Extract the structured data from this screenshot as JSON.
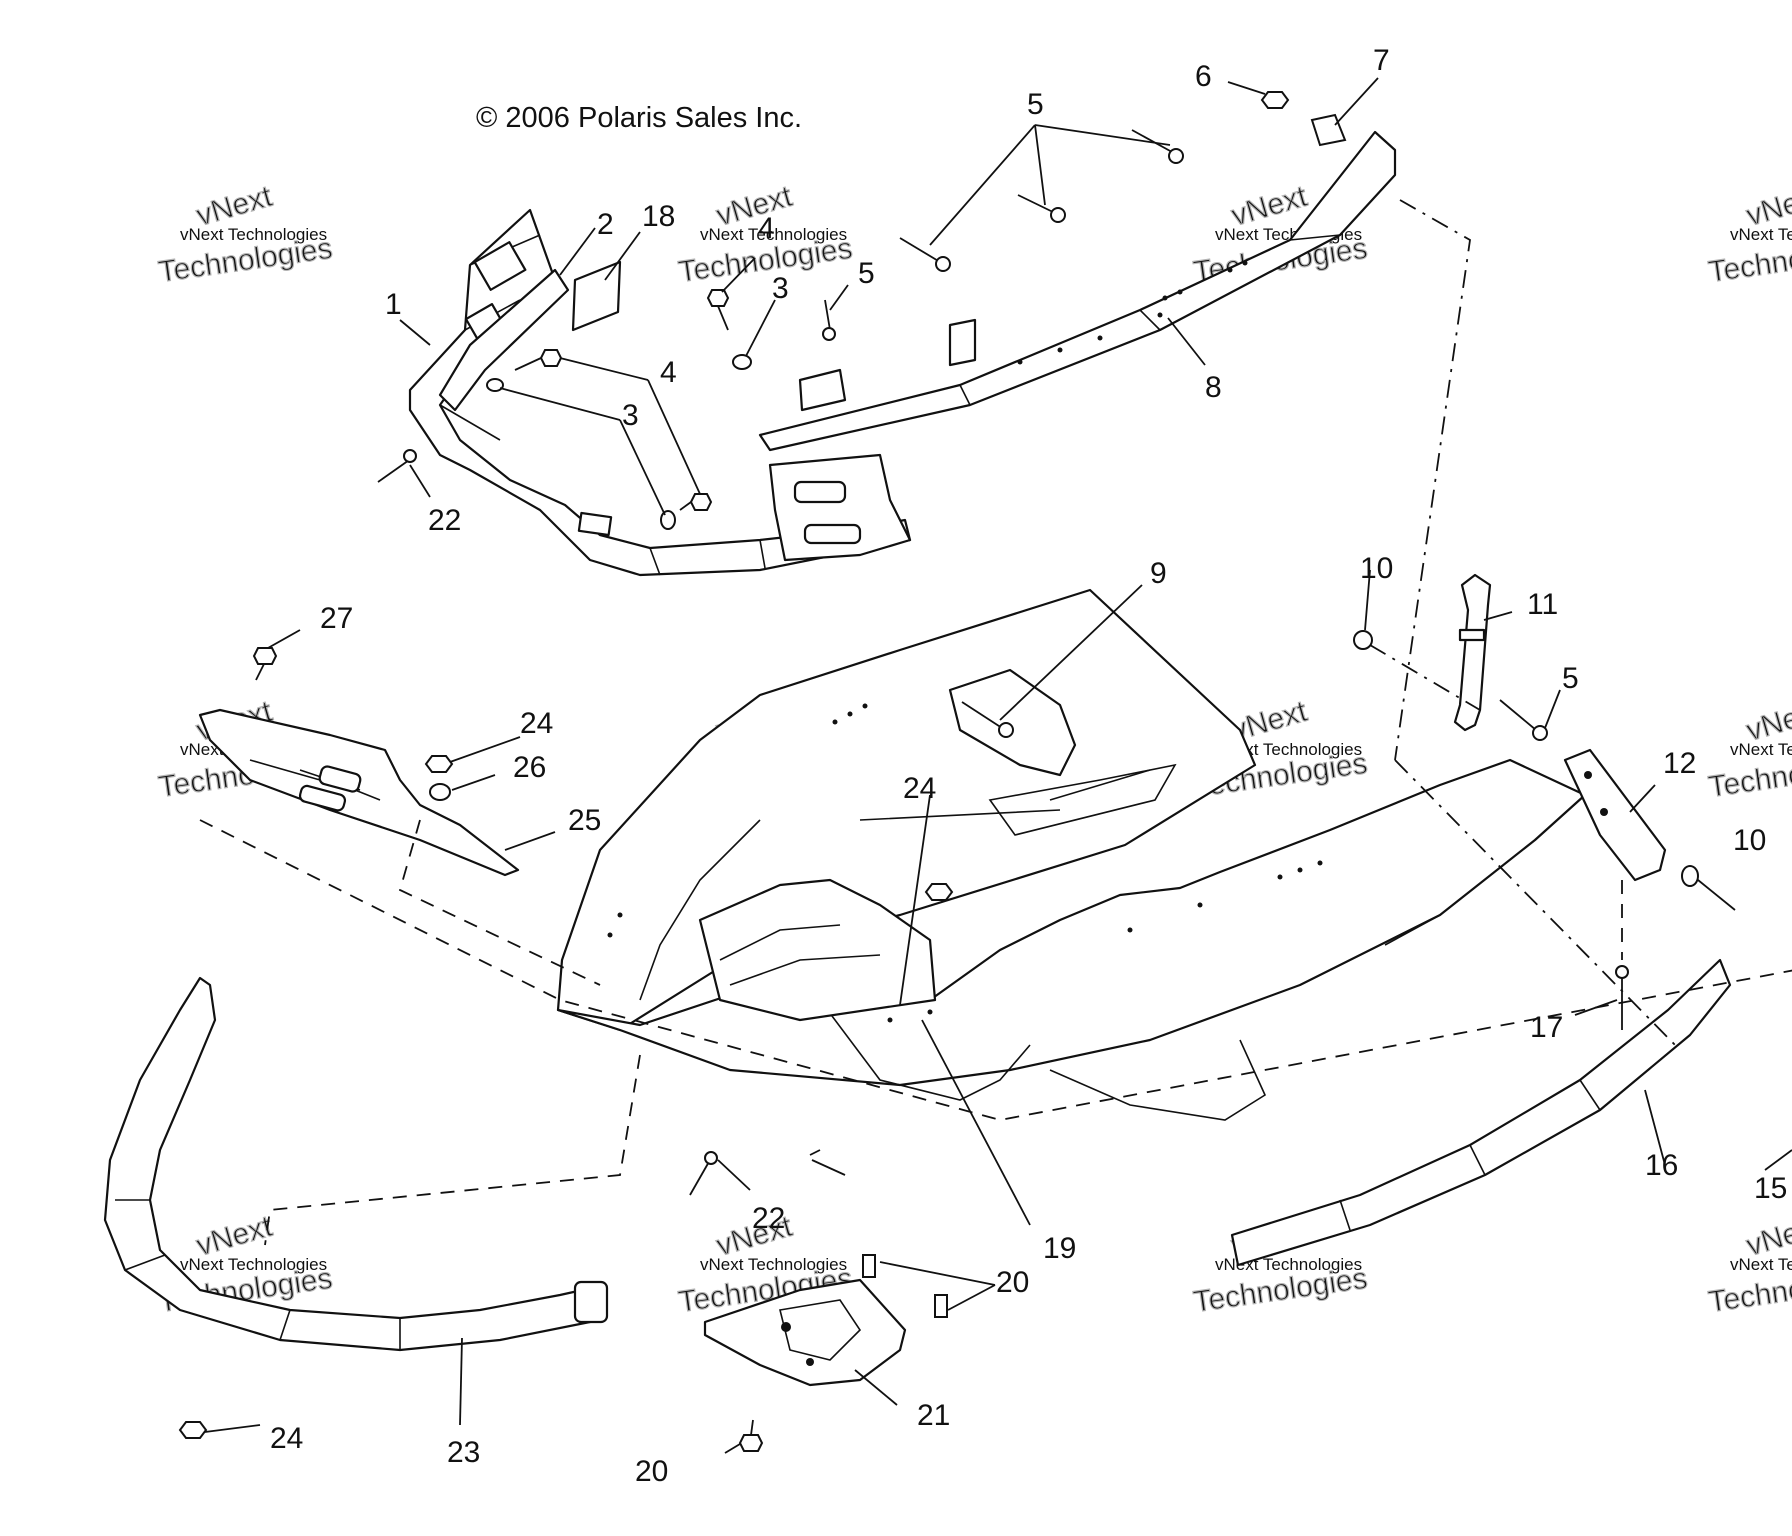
{
  "copyright": "© 2006 Polaris Sales Inc.",
  "watermark": {
    "line1": "vNext Technologies",
    "line2": "vNext",
    "line3": "Technologies"
  },
  "callouts": {
    "c1": "1",
    "c2": "2",
    "c18": "18",
    "c4a": "4",
    "c3a": "3",
    "c5a": "5",
    "c4b": "4",
    "c3b": "3",
    "c22a": "22",
    "c5b": "5",
    "c6": "6",
    "c7": "7",
    "c8": "8",
    "c9": "9",
    "c10a": "10",
    "c11": "11",
    "c5c": "5",
    "c12": "12",
    "c10b": "10",
    "c27": "27",
    "c24a": "24",
    "c26": "26",
    "c25": "25",
    "c24b": "24",
    "c17": "17",
    "c16": "16",
    "c15": "15",
    "c19": "19",
    "c22b": "22",
    "c20a": "20",
    "c21": "21",
    "c20b": "20",
    "c23": "23",
    "c24c": "24"
  }
}
